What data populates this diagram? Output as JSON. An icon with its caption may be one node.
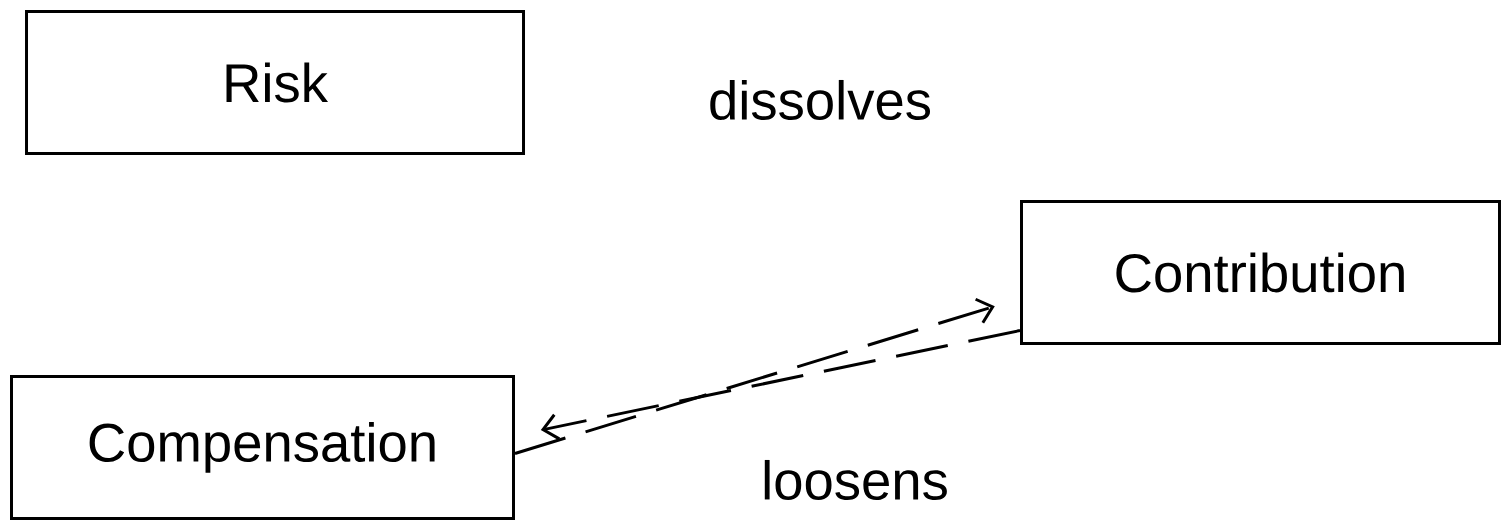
{
  "diagram": {
    "nodes": [
      {
        "text": [
          "Risk"
        ]
      },
      {
        "text": [
          "Contribution"
        ]
      },
      {
        "text": [
          "Compensation"
        ]
      }
    ],
    "edges": [
      {
        "from": 2,
        "to": 1,
        "arrow": "to",
        "style": "dashed"
      },
      {
        "from": 1,
        "to": 2,
        "arrow": "to",
        "style": "dashed",
        "label": "loosens"
      }
    ],
    "labels": [
      "dissolves"
    ]
  }
}
